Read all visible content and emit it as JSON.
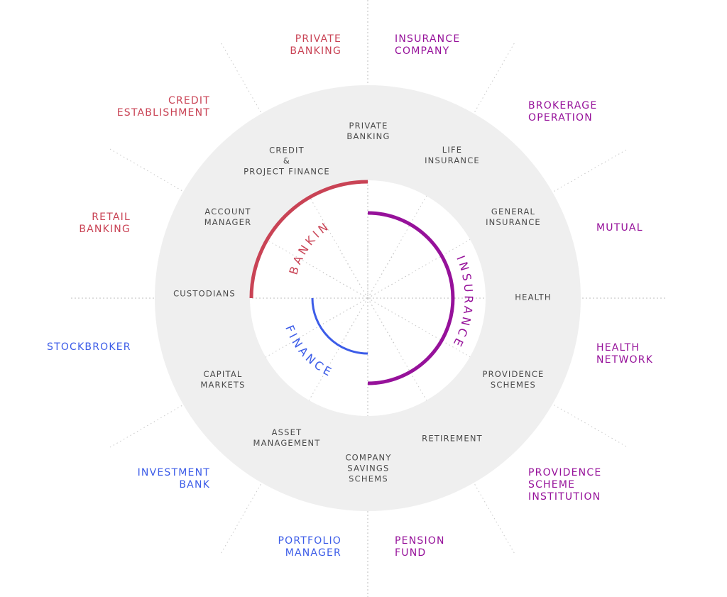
{
  "colors": {
    "banking": "#c94355",
    "insurance": "#96119a",
    "finance": "#3c5ce8",
    "ring": "#efefef",
    "inner_text": "#4a4a4a",
    "dotted_line": "#bdbdbd"
  },
  "segments": {
    "banking": "BANKING",
    "insurance": "INSURANCE",
    "finance": "FINANCE"
  },
  "institutions": {
    "private_banking": "PRIVATE\nBANKING",
    "insurance_company": "INSURANCE\nCOMPANY",
    "credit_establishment": "CREDIT\nESTABLISHMENT",
    "brokerage_operation": "BROKERAGE\nOPERATION",
    "retail_banking": "RETAIL\nBANKING",
    "mutual": "MUTUAL",
    "stockbroker": "STOCKBROKER",
    "health_network": "HEALTH\nNETWORK",
    "investment_bank": "INVESTMENT\nBANK",
    "providence_scheme_institution": "PROVIDENCE\nSCHEME\nINSTITUTION",
    "portfolio_manager": "PORTFOLIO\nMANAGER",
    "pension_fund": "PENSION\nFUND"
  },
  "activities": {
    "private_banking": "PRIVATE\nBANKING",
    "credit_project_finance": "CREDIT\n&\nPROJECT FINANCE",
    "life_insurance": "LIFE\nINSURANCE",
    "account_manager": "ACCOUNT\nMANAGER",
    "general_insurance": "GENERAL\nINSURANCE",
    "custodians": "CUSTODIANS",
    "health": "HEALTH",
    "capital_markets": "CAPITAL\nMARKETS",
    "providence_schemes": "PROVIDENCE\nSCHEMES",
    "asset_management": "ASSET\nMANAGEMENT",
    "retirement": "RETIREMENT",
    "company_savings_schems": "COMPANY\nSAVINGS\nSCHEMS"
  }
}
